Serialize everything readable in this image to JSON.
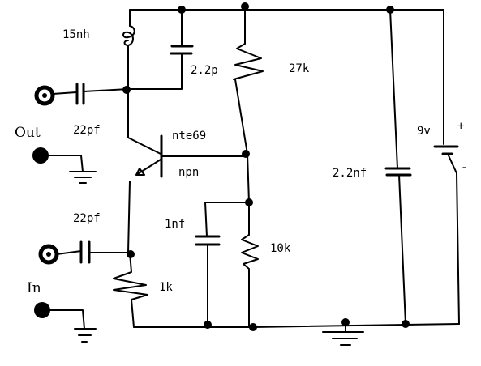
{
  "diagram": {
    "output_label": "Out",
    "input_label": "In",
    "components": {
      "inductor": "15nh",
      "cap_feedback": "2.2p",
      "resistor_top": "27k",
      "cap_out": "22pf",
      "transistor_part": "nte69",
      "transistor_type": "npn",
      "cap_in": "22pf",
      "cap_base": "1nf",
      "resistor_base": "10k",
      "resistor_emitter": "1k",
      "cap_bypass": "2.2nf",
      "battery": "9v",
      "battery_plus": "+",
      "battery_minus": "-"
    }
  }
}
